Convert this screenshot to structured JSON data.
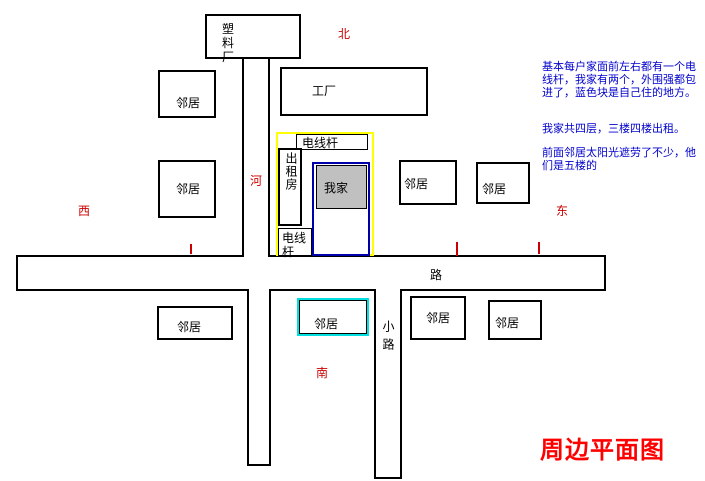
{
  "directions": {
    "north": "北",
    "south": "南",
    "east": "东",
    "west": "西"
  },
  "river_label": "河",
  "buildings": {
    "plastic_factory": "塑料厂",
    "factory": "工厂",
    "my_home": "我家",
    "rental": "出租房",
    "neighbor": "邻居"
  },
  "utility_pole": "电线杆",
  "roads": {
    "main": "路",
    "side": "小路"
  },
  "notes": {
    "note_1": "基本每户家面前左右都有一个电线杆，我家有两个，外围强都包进了，蓝色块是自己住的地方。",
    "note_2": "我家共四层，三楼四楼出租。",
    "note_3": "前面邻居太阳光遮劳了不少，他们是五楼的"
  },
  "title": "周边平面图",
  "colors": {
    "wall_yellow": "#ffff00",
    "home_blue": "#0000aa",
    "home_fill": "#c0c0c0",
    "neighbor_cyan": "#00e0e0",
    "accent_red": "#cc0000",
    "note_blue": "#0000cc",
    "title_red": "#ff0000"
  }
}
